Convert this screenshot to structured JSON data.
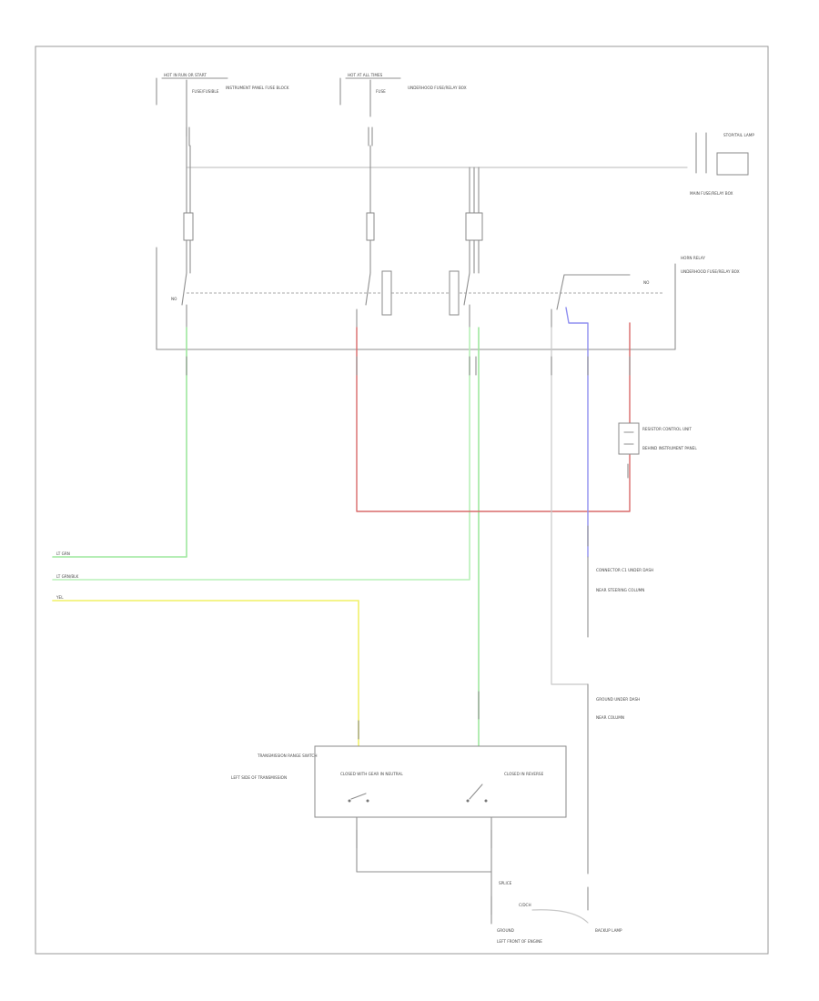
{
  "footer_code": "",
  "colors": {
    "green": "#9ee89e",
    "light_green": "#b8f0b8",
    "yellow": "#f2f27a",
    "red": "#d96a6a",
    "blue": "#8f8ff0",
    "gray": "#8f8f8f",
    "frame": "#9a9a9a"
  },
  "labels": {
    "src_left": "HOT IN RUN OR START",
    "src_left_fuse": "FUSE/FUSIBLE",
    "src_left_desc": "INSTRUMENT PANEL FUSE BLOCK",
    "src_mid": "HOT AT ALL TIMES",
    "src_mid_fuse": "FUSE",
    "src_mid_desc": "UNDERHOOD FUSE/RELAY BOX",
    "top_right": "STOP/TAIL LAMP",
    "top_right_desc": "MAIN FUSE/RELAY BOX",
    "right_unit": "HORN RELAY",
    "right_unit_desc": "UNDERHOOD FUSE/RELAY BOX",
    "resistor": "RESISTOR CONTROL UNIT",
    "resistor_desc": "BEHIND INSTRUMENT PANEL",
    "mid_right_block": "CONNECTOR C1 UNDER DASH",
    "mid_right_block2": "NEAR STEERING COLUMN",
    "bottom_right_gnd": "GROUND UNDER DASH",
    "bottom_right_gnd2": "NEAR COLUMN",
    "wire_tag_1": "LT GRN",
    "wire_tag_2": "LT GRN/BLK",
    "wire_tag_3": "YEL",
    "bottom_left_unit": "TRANSMISSION RANGE SWITCH",
    "bottom_left_unit_desc": "LEFT SIDE OF TRANSMISSION",
    "module_left": "CLOSED WITH GEAR IN NEUTRAL",
    "module_right": "CLOSED IN REVERSE",
    "bottom_ground": "GROUND",
    "bottom_ground_desc": "LEFT FRONT OF ENGINE",
    "bottom_mid": "SPLICE",
    "bottom_right_term": "BACKUP LAMP"
  }
}
